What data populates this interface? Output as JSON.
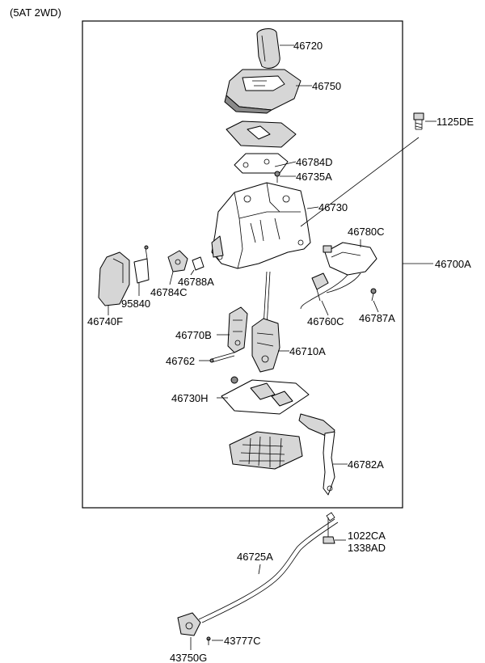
{
  "header": {
    "variant": "(5AT 2WD)"
  },
  "parts": {
    "p46720": "46720",
    "p46750": "46750",
    "p1125DE": "1125DE",
    "p46784D": "46784D",
    "p46735A": "46735A",
    "p46730": "46730",
    "p46780C": "46780C",
    "p46700A": "46700A",
    "p46788A": "46788A",
    "p95840": "95840",
    "p46784C": "46784C",
    "p46740F": "46740F",
    "p46760C": "46760C",
    "p46787A": "46787A",
    "p46770B": "46770B",
    "p46710A": "46710A",
    "p46762": "46762",
    "p46730H": "46730H",
    "p46782A": "46782A",
    "p1022CA": "1022CA",
    "p1338AD": "1338AD",
    "p46725A": "46725A",
    "p43777C": "43777C",
    "p43750G": "43750G"
  }
}
